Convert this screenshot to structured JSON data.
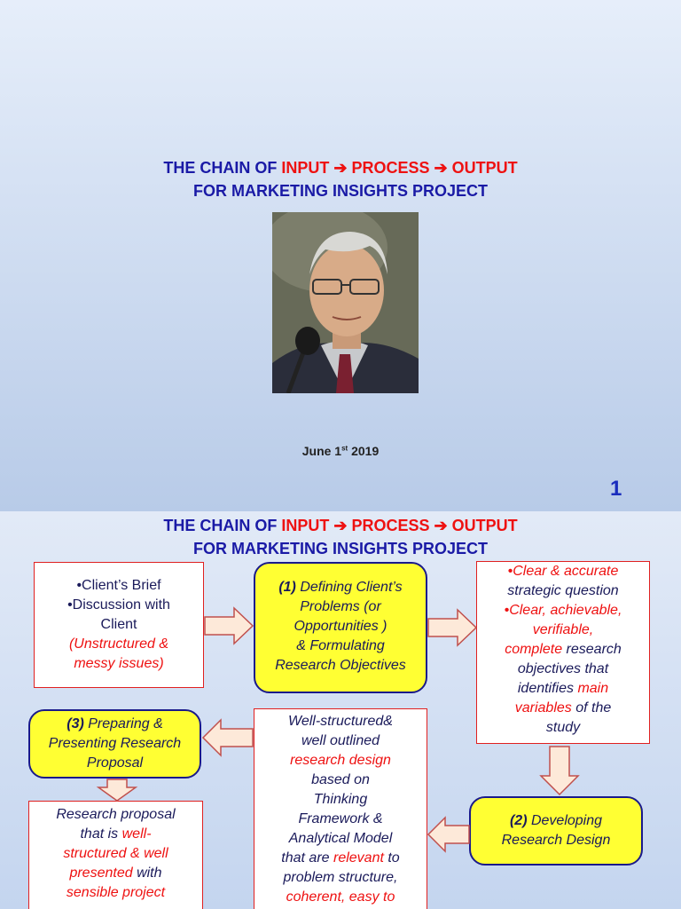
{
  "slide1": {
    "title_line1_a": "THE CHAIN OF ",
    "title_line1_input": "INPUT",
    "title_line1_process": "PROCESS",
    "title_line1_output": "OUTPUT",
    "title_line2": "FOR  MARKETING INSIGHTS PROJECT",
    "arrow_glyph": " ➔ ",
    "date_month_day": "June 1",
    "date_sup": "st",
    "date_year": " 2019",
    "page_number": "1"
  },
  "slide2": {
    "title_line1_a": "THE CHAIN OF ",
    "title_line1_input": "INPUT",
    "title_line1_process": "PROCESS",
    "title_line1_output": "OUTPUT",
    "title_line2": "FOR  MARKETING INSIGHTS PROJECT",
    "arrow_glyph": " ➔ ",
    "input_box": {
      "line1": "•Client’s Brief",
      "line2": "•Discussion with",
      "line3": "Client",
      "line4": "(Unstructured &",
      "line5": "messy issues)"
    },
    "step1": {
      "num": "(1)",
      "line1": " Defining Client’s",
      "line2": "Problems (or",
      "line3": "Opportunities )",
      "line4": "& Formulating",
      "line5": "Research Objectives"
    },
    "output_box": {
      "b1_line1": "•Clear & accurate",
      "b1_line2": "strategic question",
      "b2_line1": "•Clear, achievable,",
      "b2_line2": "verifiable,",
      "b2_line3a": "complete",
      "b2_line3b": " research",
      "b2_line4": "objectives that",
      "b2_line5a": "identifies ",
      "b2_line5b": "main",
      "b2_line6a": "variables",
      "b2_line6b": "  of the",
      "b2_line7": "study"
    },
    "step3": {
      "num": "(3)",
      "line1": " Preparing &",
      "line2": "Presenting Research",
      "line3": "Proposal"
    },
    "design_box": {
      "line1": "Well-structured&",
      "line2": "well outlined",
      "line3": "research design",
      "line4": "based on",
      "line5": "Thinking",
      "line6": "Framework &",
      "line7": "Analytical Model",
      "line8a": "that are ",
      "line8b": "relevant",
      "line8c": " to",
      "line9": "problem structure,",
      "line10": "coherent, easy to"
    },
    "step2": {
      "num": "(2)",
      "line1": " Developing",
      "line2": "Research Design"
    },
    "proposal_box": {
      "line1": "Research proposal",
      "line2a": "that is ",
      "line2b": "well-",
      "line3": "structured & well",
      "line4a": "presented",
      "line4b": "  with",
      "line5": "sensible  project"
    }
  }
}
